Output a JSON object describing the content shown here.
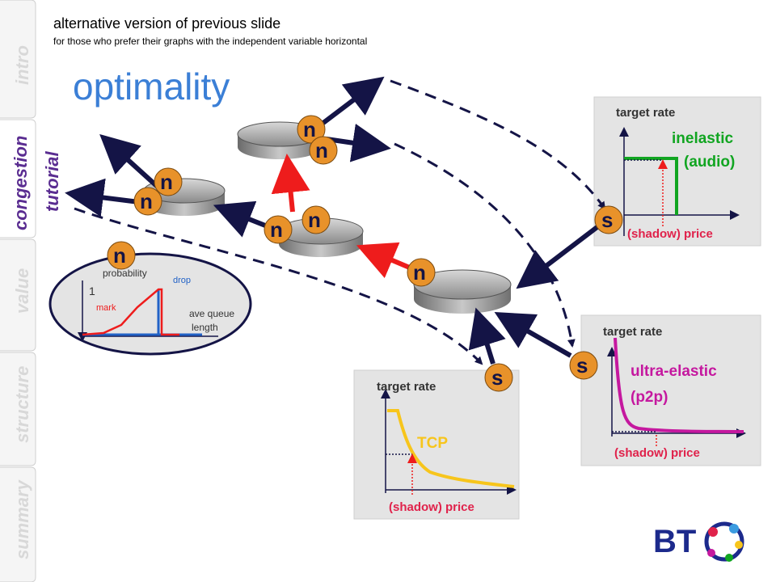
{
  "sidebar": {
    "tabs": [
      {
        "label": "intro"
      },
      {
        "label": "congestion"
      },
      {
        "label": "tutorial"
      },
      {
        "label": "value"
      },
      {
        "label": "structure"
      },
      {
        "label": "summary"
      }
    ]
  },
  "header": {
    "line1": "alternative version of previous slide",
    "line2": "for those who prefer their graphs with the independent variable horizontal"
  },
  "title": "optimality",
  "nodes": {
    "n": "n",
    "s": "s"
  },
  "red_inset": {
    "ylabel": "probability",
    "one": "1",
    "drop": "drop",
    "mark": "mark",
    "xlabel1": "ave queue",
    "xlabel2": "length"
  },
  "panels": {
    "inelastic": {
      "ylabel": "target rate",
      "name1": "inelastic",
      "name2": "(audio)",
      "xlabel": "(shadow) price"
    },
    "ultra": {
      "ylabel": "target rate",
      "name1": "ultra-elastic",
      "name2": "(p2p)",
      "xlabel": "(shadow) price"
    },
    "tcp": {
      "ylabel": "target rate",
      "name1": "TCP",
      "xlabel": "(shadow) price"
    }
  },
  "colors": {
    "title_blue": "#3b7fd6",
    "node_orange": "#e8922a",
    "arrow_red": "#ee1c1c",
    "arrow_navy": "#141446",
    "green": "#11a521",
    "magenta": "#c5189f",
    "yellow": "#f7c51c"
  },
  "logo": {
    "text": "BT"
  }
}
